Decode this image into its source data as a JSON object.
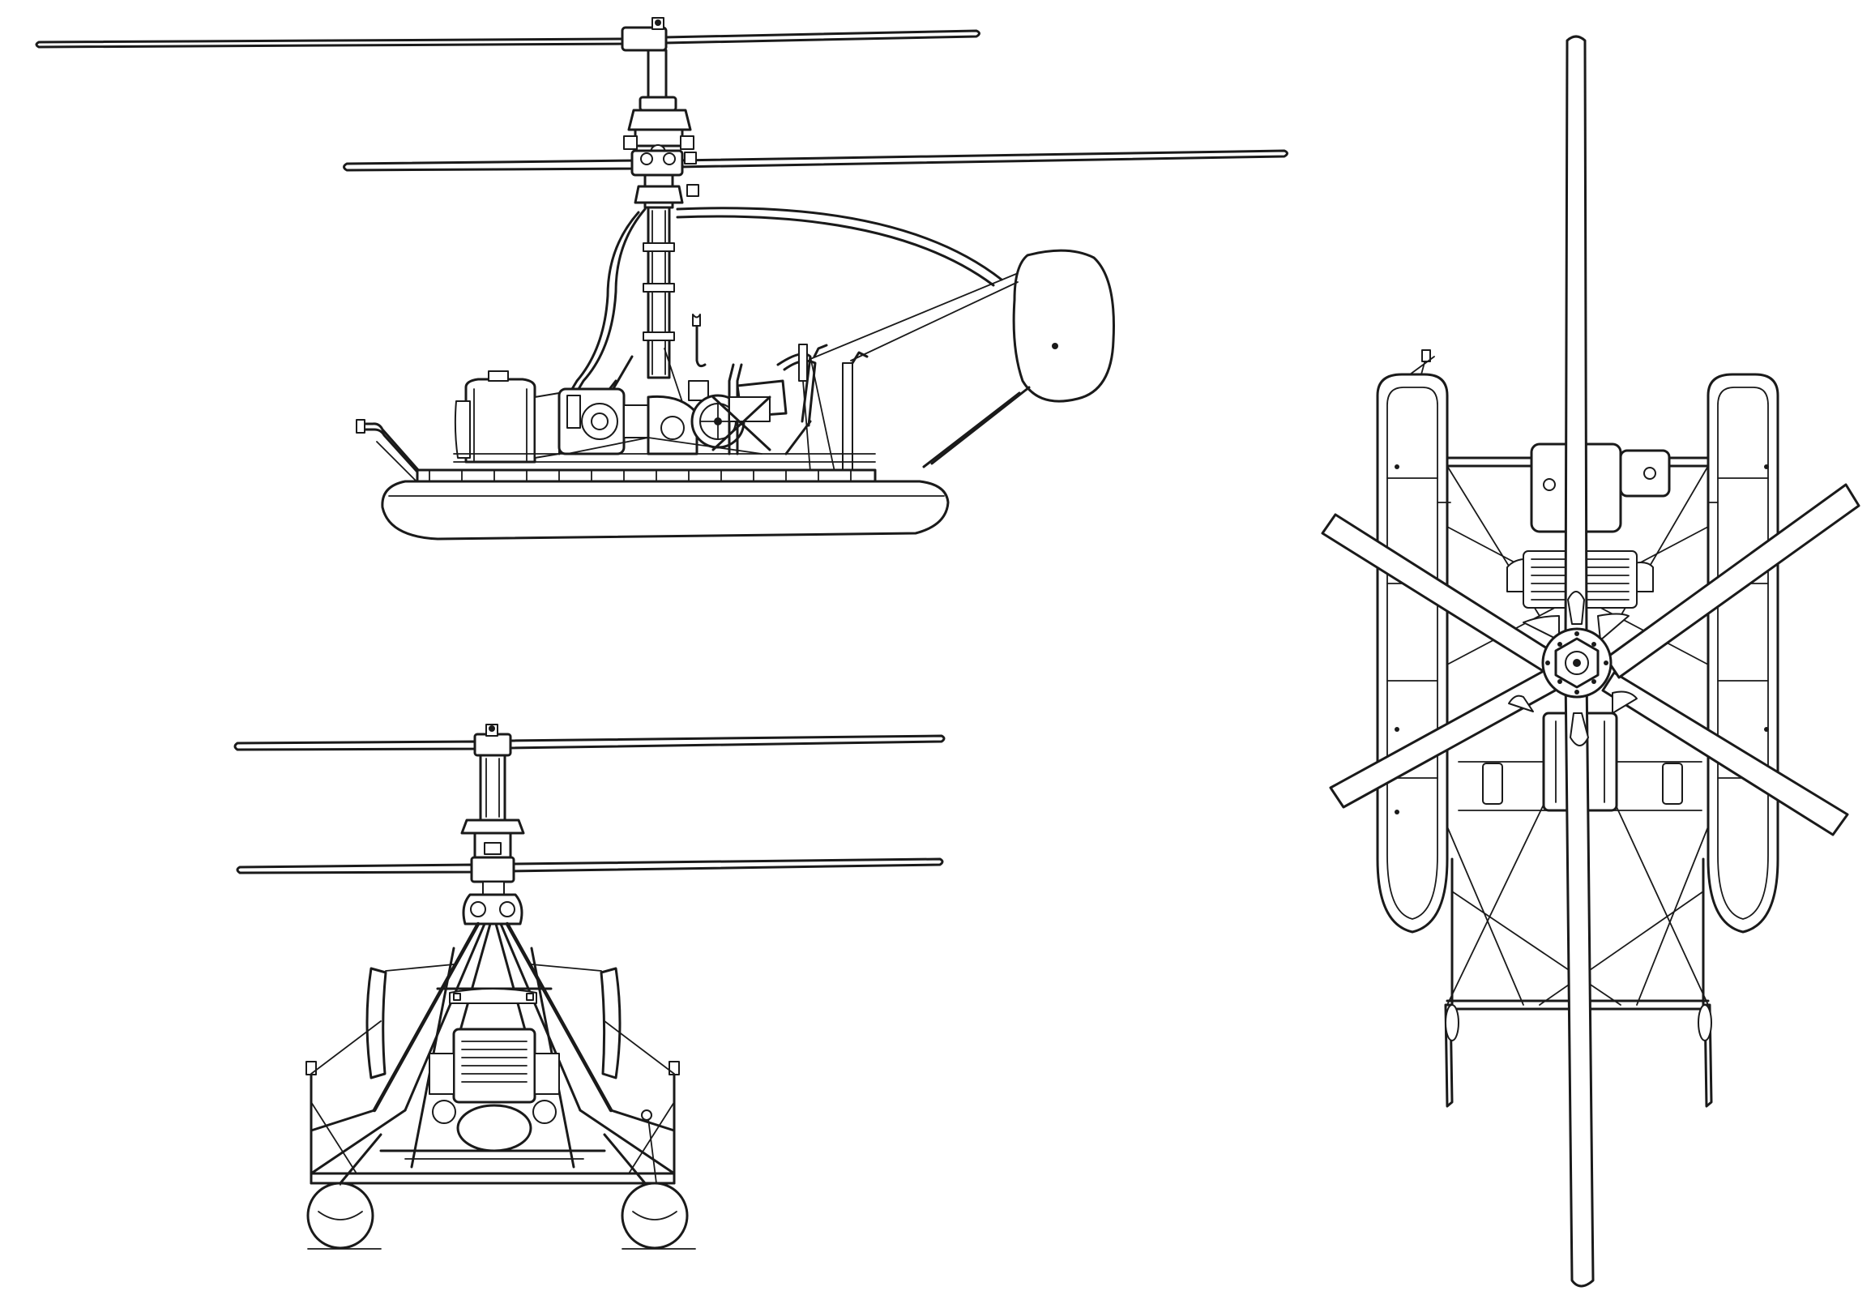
{
  "drawing": {
    "views": [
      {
        "id": "side",
        "kind": "side-elevation"
      },
      {
        "id": "front",
        "kind": "front-elevation"
      },
      {
        "id": "top",
        "kind": "plan-view"
      }
    ],
    "rotor": {
      "configuration": "coaxial",
      "blades_per_rotor": 3
    },
    "landing_gear": "twin-floats",
    "line_color": "#1a1a1a",
    "background_color": "#ffffff"
  }
}
